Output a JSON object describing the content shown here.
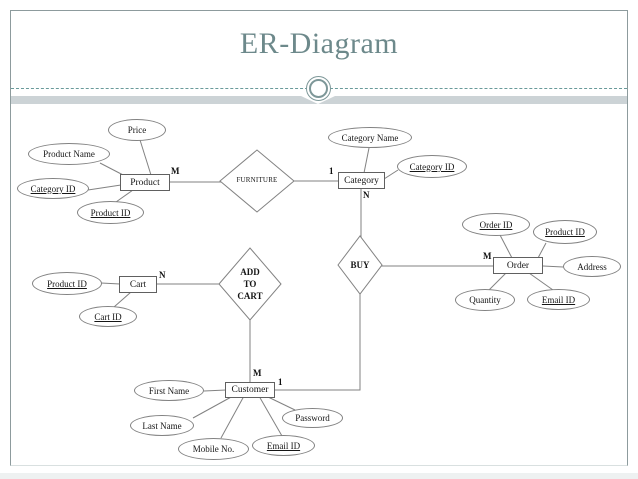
{
  "slide": {
    "title": "ER-Diagram"
  },
  "colors": {
    "title_text": "#6d898b",
    "separator_bar": "#ccd3d6",
    "separator_dotted": "#699a9a",
    "frame_border": "#8d9b9d",
    "diagram_stroke": "#828282"
  },
  "diagram": {
    "entities": {
      "product": "Product",
      "category": "Category",
      "cart": "Cart",
      "order": "Order",
      "customer": "Customer"
    },
    "relationships": {
      "furniture": "FURNITURE",
      "buy": "BUY",
      "add_to_cart": [
        "ADD",
        "TO",
        "CART"
      ]
    },
    "attributes": {
      "price": "Price",
      "product_name": "Product Name",
      "category_id_product": "Category ID",
      "product_id_product": "Product ID",
      "category_name": "Category Name",
      "category_id_category": "Category ID",
      "product_id_cart": "Product ID",
      "cart_id": "Cart ID",
      "order_id": "Order ID",
      "product_id_order": "Product ID",
      "address": "Address",
      "quantity": "Quantity",
      "email_id_order": "Email ID",
      "first_name": "First Name",
      "last_name": "Last Name",
      "mobile_no": "Mobile No.",
      "email_id_customer": "Email ID",
      "password": "Password"
    },
    "cardinalities": {
      "product_furniture": "M",
      "furniture_category": "1",
      "category_buy": "N",
      "cart_add_to_cart": "N",
      "customer_add_to_cart": "M",
      "customer_buy": "1",
      "order_buy": "M"
    }
  }
}
